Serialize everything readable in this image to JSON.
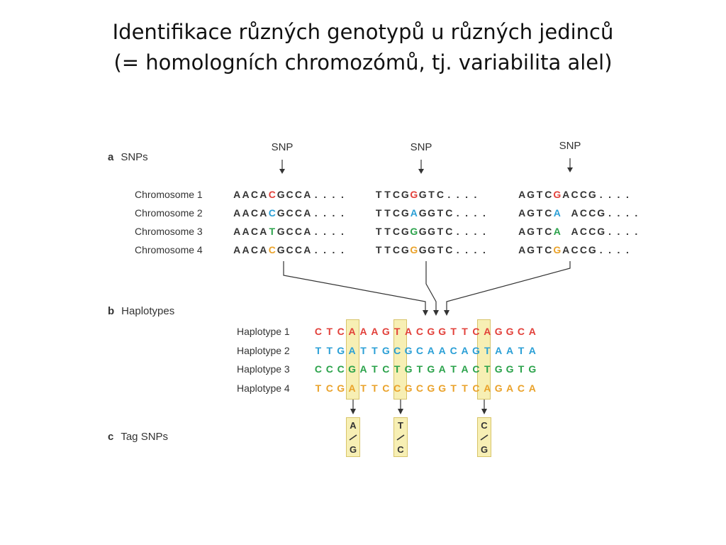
{
  "title": {
    "line1": "Identifikace různých genotypů u různých jedinců",
    "line2": "(= homologních chromozómů, tj. variabilita alel)"
  },
  "sections": {
    "a": {
      "letter": "a",
      "label": "SNPs"
    },
    "b": {
      "letter": "b",
      "label": "Haplotypes"
    },
    "c": {
      "letter": "c",
      "label": "Tag SNPs"
    }
  },
  "snp_label": "SNP",
  "chromosomes": [
    {
      "label": "Chromosome 1",
      "seq": [
        "AACACGCCA....",
        "TTCGGGTC....",
        "AGTCGACCG...."
      ],
      "alleles": [
        "C",
        "G",
        "G"
      ]
    },
    {
      "label": "Chromosome 2",
      "seq": [
        "AACACGCCA....",
        "TTCGAGGTC....",
        "AGTCA ACCG...."
      ],
      "alleles": [
        "C",
        "A",
        "A"
      ]
    },
    {
      "label": "Chromosome 3",
      "seq": [
        "AACATGCCA....",
        "TTCGGGGTC....",
        "AGTCA ACCG...."
      ],
      "alleles": [
        "T",
        "G",
        "A"
      ]
    },
    {
      "label": "Chromosome 4",
      "seq": [
        "AACACGCCA....",
        "TTCGGGGTC....",
        "AGTCGACCG...."
      ],
      "alleles": [
        "C",
        "G",
        "G"
      ]
    }
  ],
  "haplotypes": [
    {
      "label": "Haplotype 1",
      "seq": "CTCAAAGTACGGTTCAGGCA",
      "color": "#e2403a"
    },
    {
      "label": "Haplotype 2",
      "seq": "TTGATTGCGCAACAGTAATA",
      "color": "#2a9fd6"
    },
    {
      "label": "Haplotype 3",
      "seq": "CCCGATCTGTGATACTGGTG",
      "color": "#2aa24a"
    },
    {
      "label": "Haplotype 4",
      "seq": "TCGATTCCGCGGTTCAGACA",
      "color": "#eaa22a"
    }
  ],
  "tag_snps": [
    {
      "top": "A",
      "bottom": "G"
    },
    {
      "top": "T",
      "bottom": "C"
    },
    {
      "top": "C",
      "bottom": "G"
    }
  ],
  "colors": {
    "allele_red": "#e2403a",
    "allele_blue": "#2a9fd6",
    "allele_green": "#2aa24a",
    "allele_orange": "#eaa22a",
    "highlight": "#f7efb4"
  }
}
